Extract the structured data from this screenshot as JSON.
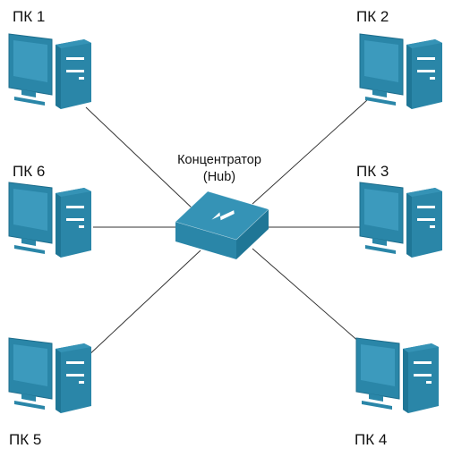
{
  "hub": {
    "label": "Концентратор",
    "sublabel": "(Hub)"
  },
  "computers": [
    {
      "id": "pc1",
      "label": "ПК 1"
    },
    {
      "id": "pc2",
      "label": "ПК 2"
    },
    {
      "id": "pc3",
      "label": "ПК 3"
    },
    {
      "id": "pc4",
      "label": "ПК 4"
    },
    {
      "id": "pc5",
      "label": "ПК 5"
    },
    {
      "id": "pc6",
      "label": "ПК 6"
    }
  ],
  "colors": {
    "device_fill": "#2a86a8",
    "device_dark": "#1d6d8c",
    "screen": "#3a97bb",
    "link": "#333333"
  },
  "icons": {
    "computer": "desktop-computer-icon",
    "hub": "network-hub-icon"
  }
}
